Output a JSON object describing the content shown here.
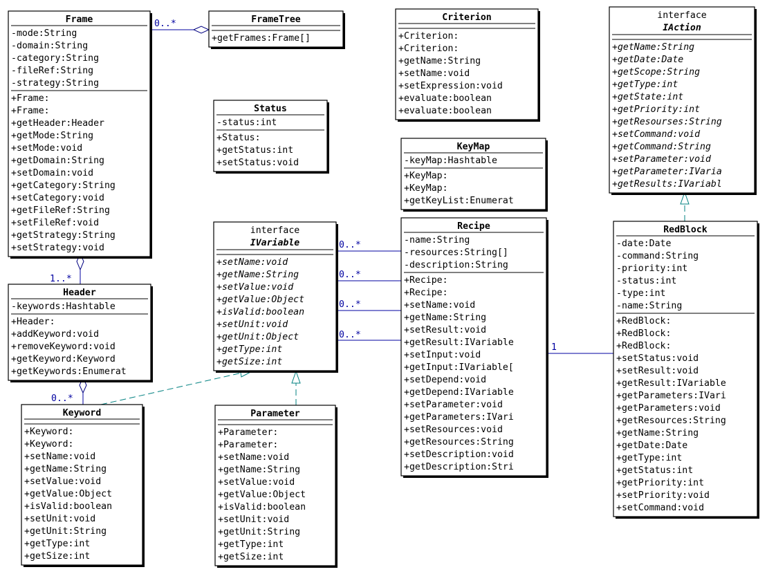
{
  "classes": {
    "Frame": {
      "name": "Frame",
      "attributes": [
        "-mode:String",
        "-domain:String",
        "-category:String",
        "-fileRef:String",
        "-strategy:String"
      ],
      "operations": [
        "+Frame:",
        "+Frame:",
        "+getHeader:Header",
        "+getMode:String",
        "+setMode:void",
        "+getDomain:String",
        "+setDomain:void",
        "+getCategory:String",
        "+setCategory:void",
        "+getFileRef:String",
        "+setFileRef:void",
        "+getStrategy:String",
        "+setStrategy:void"
      ]
    },
    "FrameTree": {
      "name": "FrameTree",
      "attributes": [],
      "operations": [
        "+getFrames:Frame[]"
      ]
    },
    "Criterion": {
      "name": "Criterion",
      "attributes": [],
      "operations": [
        "+Criterion:",
        "+Criterion:",
        "+getName:String",
        "+setName:void",
        "+setExpression:void",
        "+evaluate:boolean",
        "+evaluate:boolean"
      ]
    },
    "IAction": {
      "stereotype": "interface",
      "name": "IAction",
      "attributes": [],
      "operations": [
        "+getName:String",
        "+getDate:Date",
        "+getScope:String",
        "+getType:int",
        "+getState:int",
        "+getPriority:int",
        "+getResourses:String",
        "+setCommand:void",
        "+getCommand:String",
        "+setParameter:void",
        "+getParameter:IVaria",
        "+getResults:IVariabl"
      ]
    },
    "Status": {
      "name": "Status",
      "attributes": [
        "-status:int"
      ],
      "operations": [
        "+Status:",
        "+getStatus:int",
        "+setStatus:void"
      ]
    },
    "KeyMap": {
      "name": "KeyMap",
      "attributes": [
        "-keyMap:Hashtable"
      ],
      "operations": [
        "+KeyMap:",
        "+KeyMap:",
        "+getKeyList:Enumerat"
      ]
    },
    "IVariable": {
      "stereotype": "interface",
      "name": "IVariable",
      "attributes": [],
      "operations": [
        "+setName:void",
        "+getName:String",
        "+setValue:void",
        "+getValue:Object",
        "+isValid:boolean",
        "+setUnit:void",
        "+getUnit:Object",
        "+getType:int",
        "+getSize:int"
      ]
    },
    "Recipe": {
      "name": "Recipe",
      "attributes": [
        "-name:String",
        "-resources:String[]",
        "-description:String"
      ],
      "operations": [
        "+Recipe:",
        "+Recipe:",
        "+setName:void",
        "+getName:String",
        "+setResult:void",
        "+getResult:IVariable",
        "+setInput:void",
        "+getInput:IVariable[",
        "+setDepend:void",
        "+getDepend:IVariable",
        "+setParameter:void",
        "+getParameters:IVari",
        "+setResources:void",
        "+getResources:String",
        "+setDescription:void",
        "+getDescription:Stri"
      ]
    },
    "RedBlock": {
      "name": "RedBlock",
      "attributes": [
        "-date:Date",
        "-command:String",
        "-priority:int",
        "-status:int",
        "-type:int",
        "-name:String"
      ],
      "operations": [
        "+RedBlock:",
        "+RedBlock:",
        "+RedBlock:",
        "+setStatus:void",
        "+setResult:void",
        "+getResult:IVariable",
        "+getParameters:IVari",
        "+getParameters:void",
        "+getResources:String",
        "+getName:String",
        "+getDate:Date",
        "+getType:int",
        "+getStatus:int",
        "+getPriority:int",
        "+setPriority:void",
        "+setCommand:void"
      ]
    },
    "Header": {
      "name": "Header",
      "attributes": [
        "-keywords:Hashtable"
      ],
      "operations": [
        "+Header:",
        "+addKeyword:void",
        "+removeKeyword:void",
        "+getKeyword:Keyword",
        "+getKeywords:Enumerat"
      ]
    },
    "Keyword": {
      "name": "Keyword",
      "attributes": [],
      "operations": [
        "+Keyword:",
        "+Keyword:",
        "+setName:void",
        "+getName:String",
        "+setValue:void",
        "+getValue:Object",
        "+isValid:boolean",
        "+setUnit:void",
        "+getUnit:String",
        "+getType:int",
        "+getSize:int"
      ]
    },
    "Parameter": {
      "name": "Parameter",
      "attributes": [],
      "operations": [
        "+Parameter:",
        "+Parameter:",
        "+setName:void",
        "+getName:String",
        "+setValue:void",
        "+getValue:Object",
        "+isValid:boolean",
        "+setUnit:void",
        "+getUnit:String",
        "+getType:int",
        "+getSize:int"
      ]
    }
  },
  "multiplicities": {
    "frame_frametree": "0..*",
    "frame_header": "1..*",
    "header_keyword": "0..*",
    "ivariable_recipe_1": "0..*",
    "ivariable_recipe_2": "0..*",
    "ivariable_recipe_3": "0..*",
    "ivariable_recipe_4": "0..*",
    "recipe_redblock": "1"
  },
  "colors": {
    "association": "#0000a0",
    "realization": "#008080",
    "box_border": "#000000",
    "background": "#ffffff"
  }
}
